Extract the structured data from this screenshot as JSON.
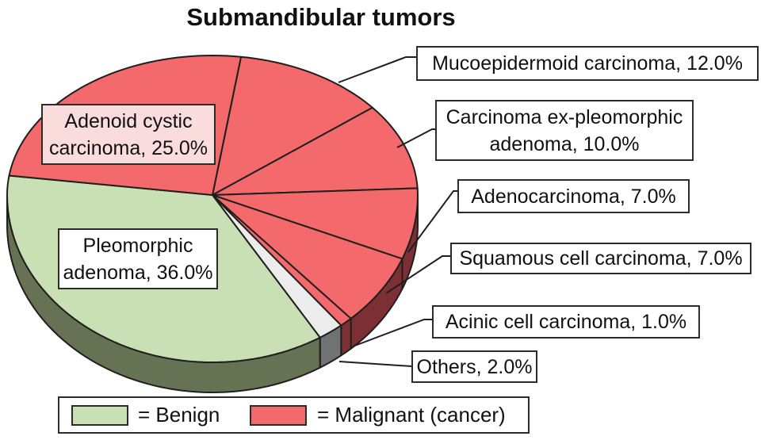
{
  "title": "Submandibular tumors",
  "legend": {
    "benign_label": "= Benign",
    "malignant_label": "= Malignant (cancer)"
  },
  "callouts": [
    {
      "id": "mucoepidermoid",
      "text": "Mucoepidermoid carcinoma, 12.0%"
    },
    {
      "id": "carcinoma-ex",
      "line1": "Carcinoma ex-pleomorphic",
      "line2": "adenoma, 10.0%"
    },
    {
      "id": "adenocarcinoma",
      "text": "Adenocarcinoma, 7.0%"
    },
    {
      "id": "squamous",
      "text": "Squamous cell carcinoma, 7.0%"
    },
    {
      "id": "acinic",
      "text": "Acinic cell carcinoma, 1.0%"
    },
    {
      "id": "others",
      "text": "Others, 2.0%"
    },
    {
      "id": "adenoid",
      "line1": "Adenoid cystic",
      "line2": "carcinoma, 25.0%"
    },
    {
      "id": "pleomorphic",
      "line1": "Pleomorphic",
      "line2": "adenoma, 36.0%"
    }
  ],
  "chart_data": {
    "type": "pie",
    "title": "Submandibular tumors",
    "unit": "percent",
    "slices": [
      {
        "id": "mucoepidermoid",
        "label": "Mucoepidermoid carcinoma",
        "value": 12.0,
        "group": "malignant"
      },
      {
        "id": "carcinoma-ex",
        "label": "Carcinoma ex-pleomorphic adenoma",
        "value": 10.0,
        "group": "malignant"
      },
      {
        "id": "adenocarcinoma",
        "label": "Adenocarcinoma",
        "value": 7.0,
        "group": "malignant"
      },
      {
        "id": "squamous",
        "label": "Squamous cell carcinoma",
        "value": 7.0,
        "group": "malignant"
      },
      {
        "id": "acinic",
        "label": "Acinic cell carcinoma",
        "value": 1.0,
        "group": "malignant"
      },
      {
        "id": "others",
        "label": "Others",
        "value": 2.0,
        "group": "other"
      },
      {
        "id": "pleomorphic",
        "label": "Pleomorphic adenoma",
        "value": 36.0,
        "group": "benign"
      },
      {
        "id": "adenoid",
        "label": "Adenoid cystic carcinoma",
        "value": 25.0,
        "group": "malignant"
      }
    ],
    "groups": {
      "benign": "Benign",
      "malignant": "Malignant (cancer)",
      "other": "Others"
    },
    "colors": {
      "benign": "#c8e0b4",
      "benign_side": "#657254",
      "malignant": "#f4696b",
      "malignant_side": "#7d3034",
      "other": "#ececec",
      "other_side": "#70736f",
      "outline": "#1f1f1f"
    },
    "layout_hints": {
      "style": "3d",
      "direction": "clockwise",
      "start_angle_deg": 8,
      "legend_position": "bottom",
      "labels": "callout-boxes"
    }
  }
}
